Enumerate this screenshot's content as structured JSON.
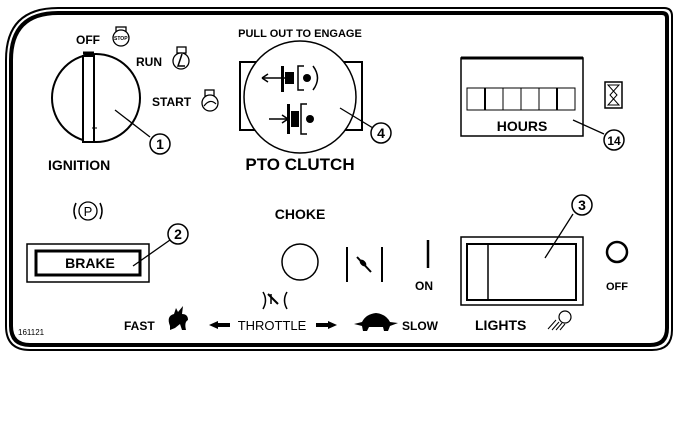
{
  "panel": {
    "figure_code": "161121",
    "ignition": {
      "label": "IGNITION",
      "positions": [
        {
          "label": "OFF",
          "icon": "engine-stop-icon",
          "icon_text": "STOP"
        },
        {
          "label": "RUN",
          "icon": "engine-run-icon"
        },
        {
          "label": "START",
          "icon": "engine-start-icon"
        }
      ],
      "callout": "1"
    },
    "pto": {
      "header": "PULL OUT TO ENGAGE",
      "label": "PTO CLUTCH",
      "callout": "4"
    },
    "hour_meter": {
      "label": "HOURS",
      "digit_count": 6,
      "callout": "14",
      "icon": "hourglass-icon"
    },
    "brake": {
      "icon_text": "P",
      "label": "BRAKE",
      "callout": "2"
    },
    "choke": {
      "label": "CHOKE",
      "on_label": "ON"
    },
    "throttle": {
      "fast_label": "FAST",
      "label": "THROTTLE",
      "slow_label": "SLOW"
    },
    "lights": {
      "label": "LIGHTS",
      "off_label": "OFF",
      "callout": "3"
    }
  }
}
